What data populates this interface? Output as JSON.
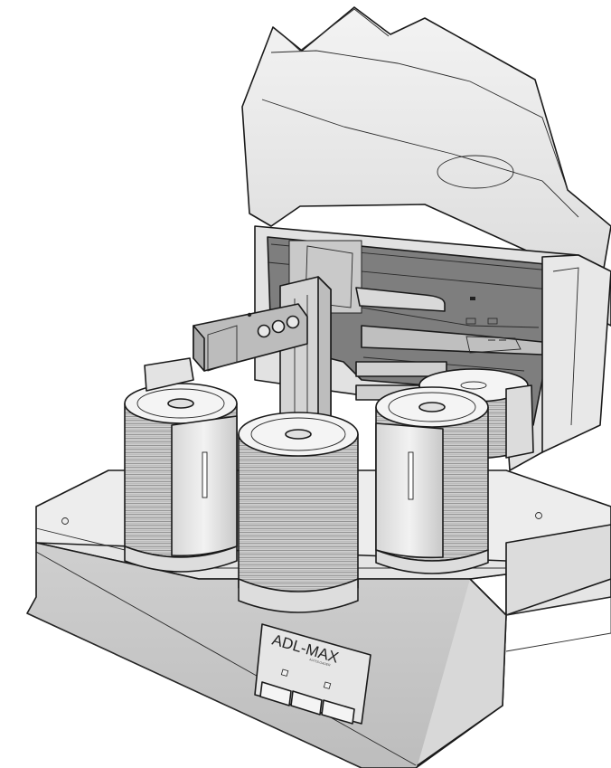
{
  "device": {
    "brand_label": "ADL-MAX",
    "model_sublabel": "AUTOLOADER"
  },
  "colors": {
    "outline": "#1a1a1a",
    "body_light": "#eeeeee",
    "body_mid": "#d9d9d9",
    "body_dark": "#b8b8b8",
    "interior_dark": "#8a8a8a",
    "disc_top": "#f4f4f4"
  },
  "components": {
    "bins": [
      "bin-left",
      "bin-center",
      "bin-right",
      "bin-rear-right"
    ],
    "panel_buttons": 3,
    "panel_leds": 2
  }
}
